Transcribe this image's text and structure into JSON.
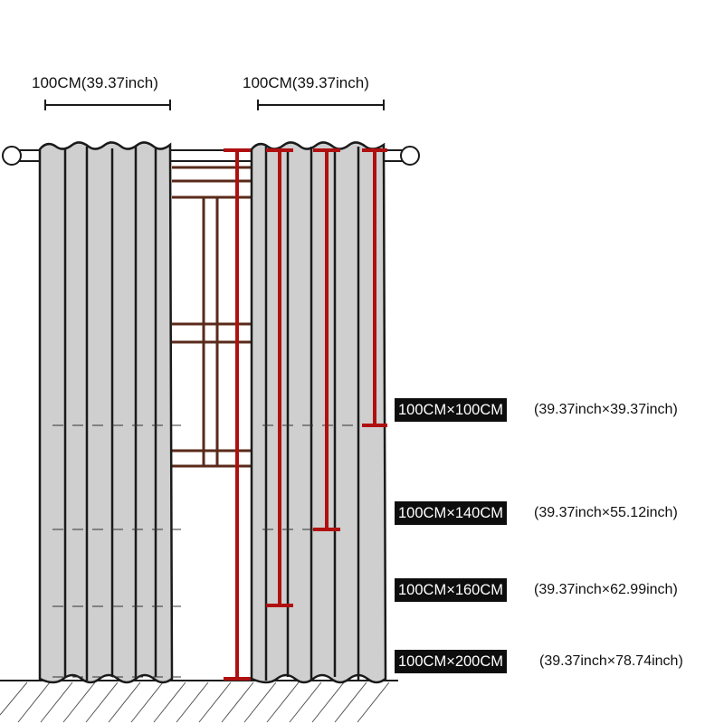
{
  "width_labels": [
    "100CM(39.37inch)",
    "100CM(39.37inch)"
  ],
  "sizes": [
    {
      "cm": "100CM×100CM",
      "inch": "(39.37inch×39.37inch)"
    },
    {
      "cm": "100CM×140CM",
      "inch": "(39.37inch×55.12inch)"
    },
    {
      "cm": "100CM×160CM",
      "inch": "(39.37inch×62.99inch)"
    },
    {
      "cm": "100CM×200CM",
      "inch": "(39.37inch×78.74inch)"
    }
  ],
  "colors": {
    "curtain": "#cfcfcf",
    "outline": "#1a1a1a",
    "measure": "#b01010",
    "window": "#5a2a1a",
    "tag_bg": "#0d0d0d"
  }
}
